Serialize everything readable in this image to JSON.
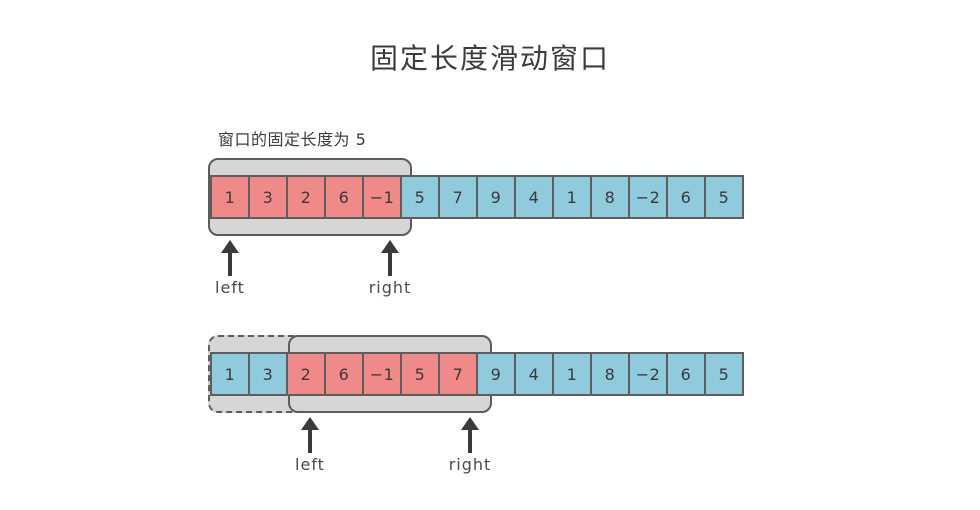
{
  "title": "固定长度滑动窗口",
  "caption_window_length": "窗口的固定长度为 5",
  "colors": {
    "highlight_red": "#f08a88",
    "normal_blue": "#8fcbdd",
    "window_gray": "#d6d6d6",
    "border_gray": "#5d5d5d",
    "text": "#3a3a3a",
    "background": "#ffffff"
  },
  "array": {
    "values": [
      "1",
      "3",
      "2",
      "6",
      "-1",
      "5",
      "7",
      "9",
      "4",
      "1",
      "8",
      "-2",
      "6",
      "5"
    ],
    "length": 14
  },
  "window_size": 5,
  "steps": [
    {
      "name": "step-1",
      "window_start_index": 0,
      "window_end_index": 4,
      "highlighted_values": [
        "1",
        "3",
        "2",
        "6",
        "-1"
      ],
      "pointers": {
        "left": {
          "label": "left",
          "index": 0
        },
        "right": {
          "label": "right",
          "index": 4
        }
      },
      "previous_window": null
    },
    {
      "name": "step-2",
      "window_start_index": 2,
      "window_end_index": 6,
      "highlighted_values": [
        "2",
        "6",
        "-1",
        "5",
        "7"
      ],
      "pointers": {
        "left": {
          "label": "left",
          "index": 2
        },
        "right": {
          "label": "right",
          "index": 6
        }
      },
      "previous_window": {
        "start_index": 0,
        "end_index": 4,
        "style": "dashed"
      }
    }
  ]
}
